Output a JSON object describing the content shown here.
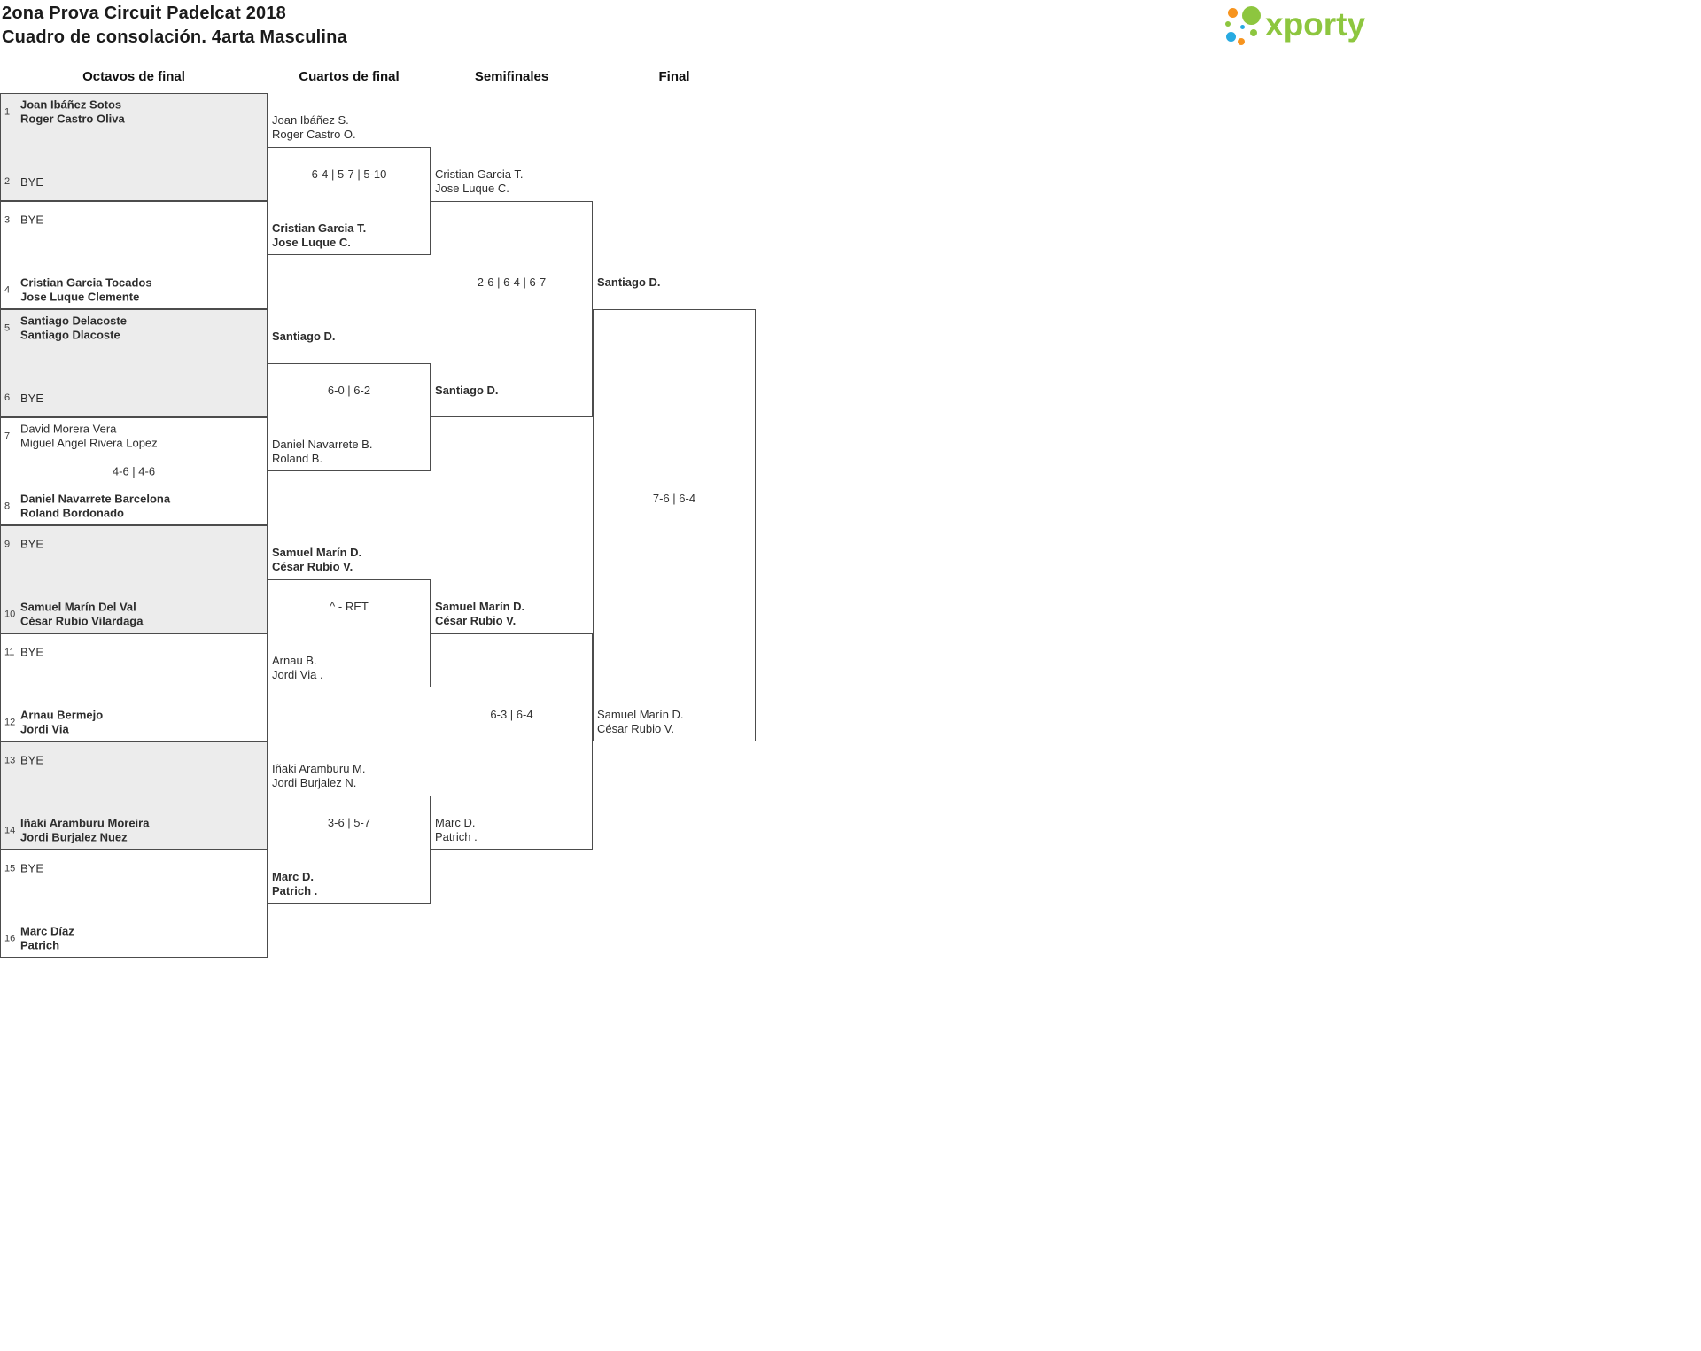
{
  "page": {
    "title_line1": "2ona Prova Circuit Padelcat 2018",
    "title_line2": "Cuadro de consolación. 4arta Masculina"
  },
  "logo": {
    "text": "xporty"
  },
  "round_headers": [
    "Octavos de final",
    "Cuartos de final",
    "Semifinales",
    "Final"
  ],
  "octavos": {
    "slots": [
      {
        "seed": "1",
        "line1": "Joan Ibáñez Sotos",
        "line2": "Roger Castro Oliva"
      },
      {
        "seed": "2",
        "line1": "BYE",
        "line2": ""
      },
      {
        "seed": "3",
        "line1": "BYE",
        "line2": ""
      },
      {
        "seed": "4",
        "line1": "Cristian Garcia Tocados",
        "line2": "Jose Luque Clemente"
      },
      {
        "seed": "5",
        "line1": "Santiago Delacoste",
        "line2": "Santiago Dlacoste"
      },
      {
        "seed": "6",
        "line1": "BYE",
        "line2": ""
      },
      {
        "seed": "7",
        "line1": "David Morera Vera",
        "line2": "Miguel Angel Rivera Lopez"
      },
      {
        "seed": "8",
        "line1": "Daniel Navarrete Barcelona",
        "line2": "Roland Bordonado"
      },
      {
        "seed": "9",
        "line1": "BYE",
        "line2": ""
      },
      {
        "seed": "10",
        "line1": "Samuel Marín Del Val",
        "line2": "César Rubio Vilardaga"
      },
      {
        "seed": "11",
        "line1": "BYE",
        "line2": ""
      },
      {
        "seed": "12",
        "line1": "Arnau Bermejo",
        "line2": "Jordi Via"
      },
      {
        "seed": "13",
        "line1": "BYE",
        "line2": ""
      },
      {
        "seed": "14",
        "line1": "Iñaki Aramburu Moreira",
        "line2": "Jordi Burjalez Nuez"
      },
      {
        "seed": "15",
        "line1": "BYE",
        "line2": ""
      },
      {
        "seed": "16",
        "line1": "Marc Díaz",
        "line2": "Patrich"
      }
    ],
    "match4_score": "4-6 | 4-6"
  },
  "cuartos": [
    {
      "top_line1": "Joan Ibáñez S.",
      "top_line2": "Roger Castro O.",
      "bottom_line1": "Cristian Garcia T.",
      "bottom_line2": "Jose Luque C.",
      "score": "6-4 | 5-7 | 5-10"
    },
    {
      "top_line1": "Santiago D.",
      "top_line2": "",
      "bottom_line1": "Daniel Navarrete B.",
      "bottom_line2": "Roland B.",
      "score": "6-0 | 6-2"
    },
    {
      "top_line1": "Samuel Marín D.",
      "top_line2": "César Rubio V.",
      "bottom_line1": "Arnau B.",
      "bottom_line2": "Jordi Via .",
      "score": "^ - RET"
    },
    {
      "top_line1": "Iñaki Aramburu M.",
      "top_line2": "Jordi Burjalez N.",
      "bottom_line1": "Marc D.",
      "bottom_line2": "Patrich .",
      "score": "3-6 | 5-7"
    }
  ],
  "semis": [
    {
      "top_line1": "Cristian Garcia T.",
      "top_line2": "Jose Luque C.",
      "bottom_line1": "Santiago D.",
      "bottom_line2": "",
      "score": "2-6 | 6-4 | 6-7"
    },
    {
      "top_line1": "Samuel Marín D.",
      "top_line2": "César Rubio V.",
      "bottom_line1": "Marc D.",
      "bottom_line2": "Patrich .",
      "score": "6-3 | 6-4"
    }
  ],
  "final": {
    "top_line1": "Santiago D.",
    "top_line2": "",
    "bottom_line1": "Samuel Marín D.",
    "bottom_line2": "César Rubio V.",
    "score": "7-6 | 6-4"
  }
}
